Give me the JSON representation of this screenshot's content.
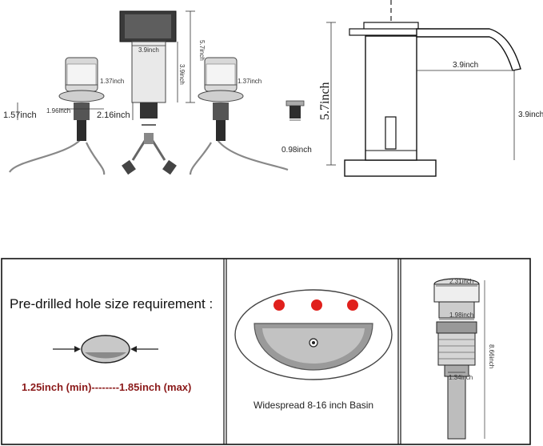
{
  "top_left": {
    "spout_width": "3.9inch",
    "spout_top_height": "5.7inch",
    "spout_body_height": "3.9inch",
    "left_handle_width": "1.37inch",
    "right_handle_width": "1.37inch",
    "base_diameter": "1.96inch",
    "base_offset": "1.57inch",
    "shank_gap": "2.16inch",
    "fitting_width": "0.98inch"
  },
  "top_right": {
    "total_height": "5.7inch",
    "spout_reach": "3.9inch",
    "spout_clearance": "3.9inch"
  },
  "panel_hole": {
    "title": "Pre-drilled hole size requirement :",
    "range": "1.25inch (min)--------1.85inch (max)"
  },
  "panel_basin": {
    "caption": "Widespread 8-16 inch Basin",
    "hole_color": "#e0201c"
  },
  "panel_drain": {
    "top_dim": "2.31inch",
    "mid_dim": "1.98inch",
    "total_height": "8.66inch",
    "bottom_dim": "1.34inch"
  }
}
